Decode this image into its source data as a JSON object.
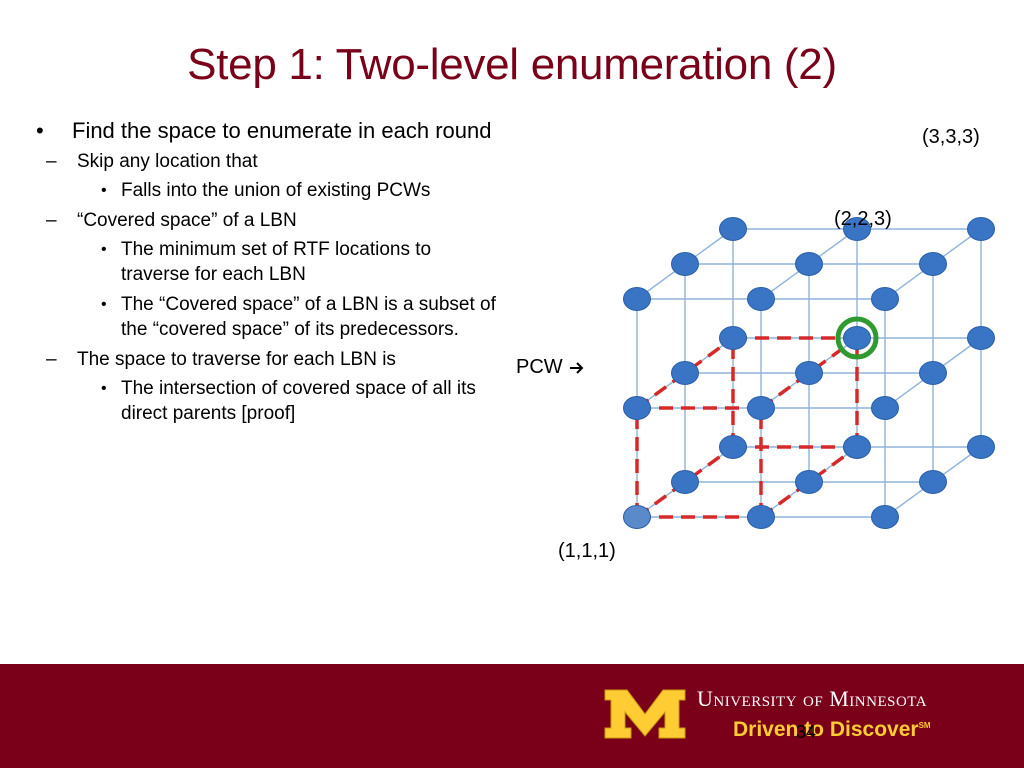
{
  "title": "Step 1: Two-level enumeration (2)",
  "bullets": {
    "b1": "Find the space to enumerate in each round",
    "b1_1": "Skip any location that",
    "b1_1_1": "Falls into the union of existing PCWs",
    "b1_2": "“Covered space” of a LBN",
    "b1_2_1": "The minimum set of RTF locations to traverse for each LBN",
    "b1_2_2": "The “Covered space” of a LBN is a subset of the “covered space” of its predecessors.",
    "b1_3": "The space to traverse for each LBN is",
    "b1_3_1": "The intersection of covered space of all its direct parents [proof]"
  },
  "markers": {
    "bullet": "•",
    "dash": "–"
  },
  "diagram": {
    "label_top": "(3,3,3)",
    "label_mid": "(2,2,3)",
    "label_bottom": "(1,1,1)",
    "label_pcw": "PCW",
    "colors": {
      "node": "#3a74c4",
      "node_origin": "#5a8ac9",
      "edge": "#8fb3dc",
      "pcw": "#d62a2a",
      "highlight": "#2f9a2f"
    }
  },
  "footer": {
    "university": "University of Minnesota",
    "tagline": "Driven to Discover",
    "tagline_mark": "SM",
    "page_number": "34"
  }
}
